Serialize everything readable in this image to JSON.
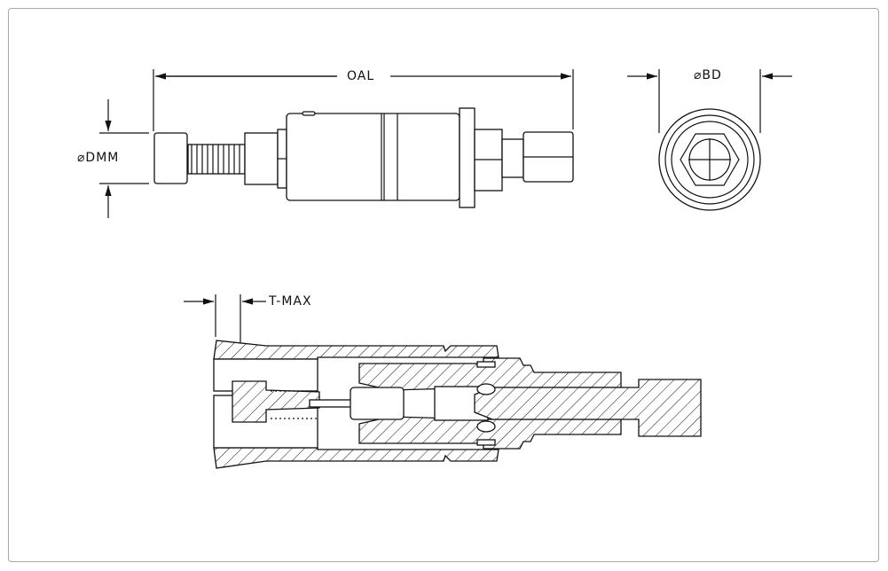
{
  "drawing": {
    "labels": {
      "oal": "OAL",
      "dmm": "⌀DMM",
      "bd": "⌀BD",
      "tmax": "T-MAX"
    },
    "colors": {
      "line": "#111111",
      "frame": "#a8a8a8"
    }
  }
}
